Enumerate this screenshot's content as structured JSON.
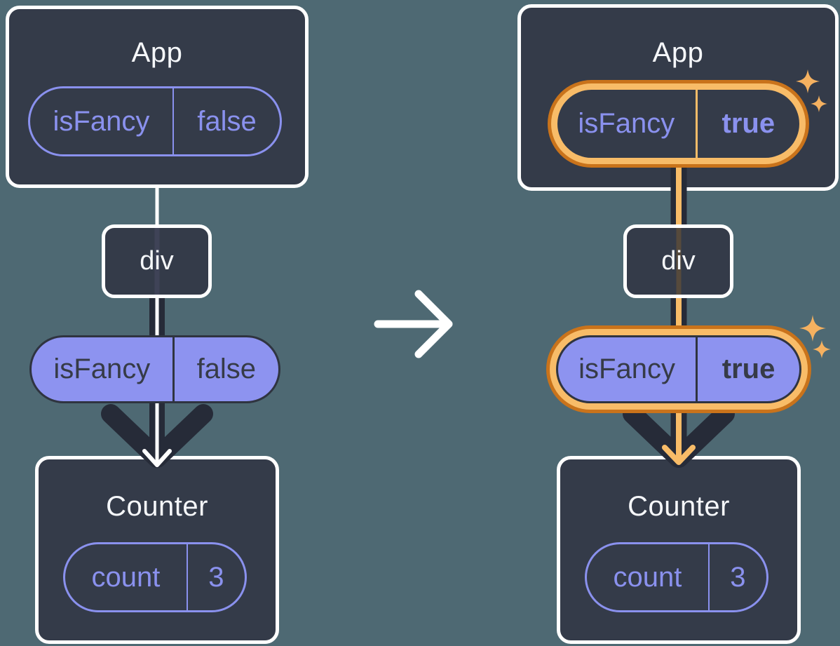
{
  "panels": [
    {
      "name": "before",
      "app_title": "App",
      "app_state": {
        "key": "isFancy",
        "value": "false"
      },
      "div_label": "div",
      "prop": {
        "key": "isFancy",
        "value": "false"
      },
      "counter_title": "Counter",
      "counter_state": {
        "key": "count",
        "value": "3"
      }
    },
    {
      "name": "after",
      "app_title": "App",
      "app_state": {
        "key": "isFancy",
        "value": "true"
      },
      "div_label": "div",
      "prop": {
        "key": "isFancy",
        "value": "true"
      },
      "counter_title": "Counter",
      "counter_state": {
        "key": "count",
        "value": "3"
      }
    }
  ],
  "icons": {
    "transition": "arrow-right-icon",
    "flow": "arrow-down-icon",
    "highlight": "sparkle-icon"
  },
  "colors": {
    "page_bg": "#4E6973",
    "card_bg": "#343B49",
    "card_border": "#FFFFFF",
    "purple": "#8A91EE",
    "purple_fill": "#8D93F0",
    "dark_stroke": "#262B38",
    "dark_text": "#363B47",
    "orange_dark": "#C9731B",
    "orange_light": "#F8BC68",
    "sparkle": "#F5B160",
    "white": "#FFFFFF"
  }
}
